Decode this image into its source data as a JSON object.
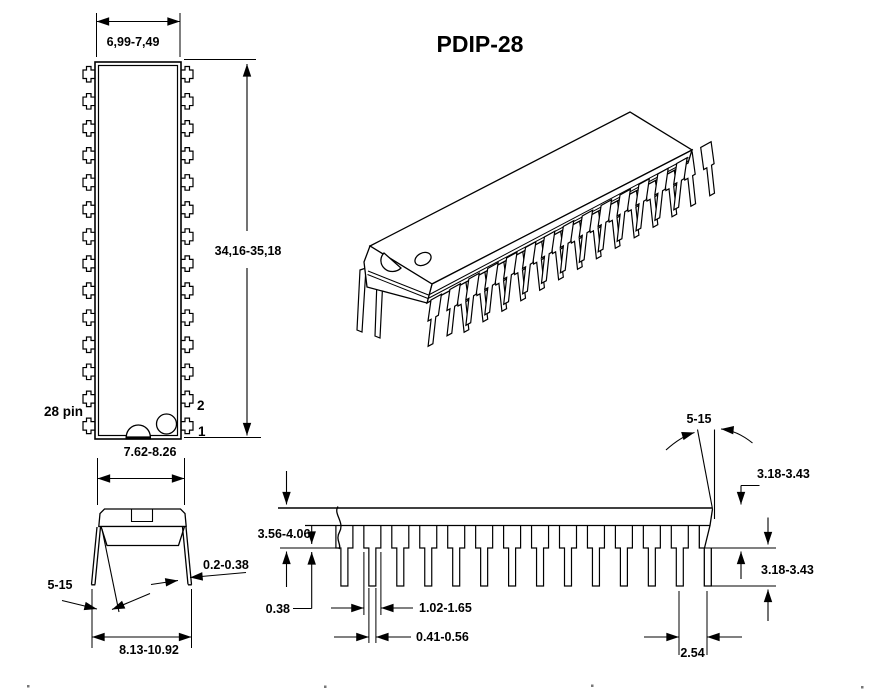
{
  "title": "PDIP-28",
  "top_view": {
    "width_dim": "6,99-7,49",
    "length_dim": "34,16-35,18",
    "pin_count_label": "28 pin",
    "pin1_label": "1",
    "pin2_label": "2"
  },
  "end_view": {
    "body_width_dim": "7.62-8.26",
    "lead_thickness_dim": "0.2-0.38",
    "lead_angle_dim": "5-15",
    "lead_span_dim": "8.13-10.92"
  },
  "side_view": {
    "lead_angle_dim": "5-15",
    "seating_height_dim": "3.56-4.06",
    "standoff_dim": "0.38",
    "upper_lead_dim": "3.18-3.43",
    "lower_lead_dim": "3.18-3.43",
    "shoulder_width_dim": "1.02-1.65",
    "lead_width_dim": "0.41-0.56",
    "pitch_dim": "2.54"
  },
  "colors": {
    "line": "#000000",
    "background": "#ffffff"
  }
}
